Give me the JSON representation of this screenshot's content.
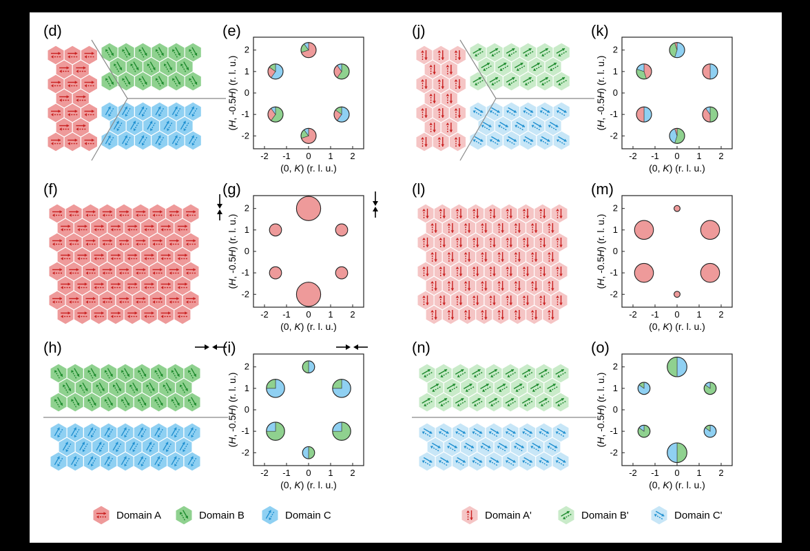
{
  "axes": {
    "xlabel_pre": "(0, ",
    "xlabel_it": "K",
    "xlabel_post": ") (r. l. u.)",
    "ylabel_pre": "(",
    "ylabel_it1": "H",
    "ylabel_mid": ", -0.5",
    "ylabel_it2": "H",
    "ylabel_post": ") (r. l. u.)",
    "xticks": [
      "-2",
      "-1",
      "0",
      "1",
      "2"
    ],
    "yticks": [
      "2",
      "1",
      "0",
      "-1",
      "-2"
    ],
    "xlim": [
      -2.5,
      2.5
    ],
    "ylim": [
      -2.6,
      2.6
    ]
  },
  "colors": {
    "A": {
      "fill": "#ee9a9a",
      "stroke": "#e9a5a5",
      "arrow": "#c91f1f",
      "light": "#f5c5c5"
    },
    "B": {
      "fill": "#8fd18f",
      "stroke": "#9fd39f",
      "arrow": "#1d8a2d",
      "light": "#c9ebc9"
    },
    "C": {
      "fill": "#8fd0f2",
      "stroke": "#a3d5ef",
      "arrow": "#1e8fd0",
      "light": "#c7e6f7"
    }
  },
  "lattice_panels": [
    {
      "label": "(d)",
      "layout": "three-domain",
      "set": "unprimed"
    },
    {
      "label": "(f)",
      "layout": "single",
      "domain": "A",
      "set": "unprimed",
      "field": "vertical"
    },
    {
      "label": "(h)",
      "layout": "two-domain",
      "set": "unprimed",
      "field": "horizontal"
    },
    {
      "label": "(j)",
      "layout": "three-domain",
      "set": "primed"
    },
    {
      "label": "(l)",
      "layout": "single",
      "domain": "A",
      "set": "primed"
    },
    {
      "label": "(n)",
      "layout": "two-domain",
      "set": "primed"
    }
  ],
  "chart_data": [
    {
      "label": "(e)",
      "type": "scatter",
      "xlabel": "(0, K) (r. l. u.)",
      "ylabel": "(H, -0.5H) (r. l. u.)",
      "points": [
        {
          "x": 0,
          "y": 2,
          "size": 1,
          "fractions": {
            "A": 0.7,
            "B": 0.2,
            "C": 0.1
          }
        },
        {
          "x": -1.5,
          "y": 1,
          "size": 1,
          "fractions": {
            "C": 0.6,
            "A": 0.25,
            "B": 0.15
          }
        },
        {
          "x": 1.5,
          "y": 1,
          "size": 1,
          "fractions": {
            "B": 0.6,
            "A": 0.3,
            "C": 0.1
          }
        },
        {
          "x": -1.5,
          "y": -1,
          "size": 1,
          "fractions": {
            "B": 0.6,
            "A": 0.3,
            "C": 0.1
          }
        },
        {
          "x": 1.5,
          "y": -1,
          "size": 1,
          "fractions": {
            "C": 0.6,
            "A": 0.25,
            "B": 0.15
          }
        },
        {
          "x": 0,
          "y": -2,
          "size": 1,
          "fractions": {
            "A": 0.7,
            "B": 0.2,
            "C": 0.1
          }
        }
      ]
    },
    {
      "label": "(g)",
      "type": "scatter",
      "field": "vertical",
      "xlabel": "(0, K) (r. l. u.)",
      "ylabel": "(H, -0.5H) (r. l. u.)",
      "points": [
        {
          "x": 0,
          "y": 2,
          "size": 1.6,
          "fractions": {
            "A": 1
          }
        },
        {
          "x": -1.5,
          "y": 1,
          "size": 0.8,
          "fractions": {
            "A": 1
          }
        },
        {
          "x": 1.5,
          "y": 1,
          "size": 0.8,
          "fractions": {
            "A": 1
          }
        },
        {
          "x": -1.5,
          "y": -1,
          "size": 0.8,
          "fractions": {
            "A": 1
          }
        },
        {
          "x": 1.5,
          "y": -1,
          "size": 0.8,
          "fractions": {
            "A": 1
          }
        },
        {
          "x": 0,
          "y": -2,
          "size": 1.6,
          "fractions": {
            "A": 1
          }
        }
      ]
    },
    {
      "label": "(i)",
      "type": "scatter",
      "field": "horizontal",
      "xlabel": "(0, K) (r. l. u.)",
      "ylabel": "(H, -0.5H) (r. l. u.)",
      "points": [
        {
          "x": 0,
          "y": 2,
          "size": 0.8,
          "fractions": {
            "C": 0.5,
            "B": 0.5
          }
        },
        {
          "x": -1.5,
          "y": 1,
          "size": 1.2,
          "fractions": {
            "C": 0.75,
            "B": 0.25
          }
        },
        {
          "x": 1.5,
          "y": 1,
          "size": 1.2,
          "fractions": {
            "C": 0.75,
            "B": 0.25
          }
        },
        {
          "x": -1.5,
          "y": -1,
          "size": 1.2,
          "fractions": {
            "B": 0.75,
            "C": 0.25
          }
        },
        {
          "x": 1.5,
          "y": -1,
          "size": 1.2,
          "fractions": {
            "B": 0.75,
            "C": 0.25
          }
        },
        {
          "x": 0,
          "y": -2,
          "size": 0.8,
          "fractions": {
            "B": 0.5,
            "C": 0.5
          }
        }
      ]
    },
    {
      "label": "(k)",
      "type": "scatter",
      "xlabel": "(0, K) (r. l. u.)",
      "ylabel": "(H, -0.5H) (r. l. u.)",
      "points": [
        {
          "x": 0,
          "y": 2,
          "size": 1,
          "fractions": {
            "C": 0.55,
            "B": 0.4,
            "A": 0.05
          }
        },
        {
          "x": -1.5,
          "y": 1,
          "size": 1,
          "fractions": {
            "A": 0.45,
            "B": 0.35,
            "C": 0.2
          }
        },
        {
          "x": 1.5,
          "y": 1,
          "size": 1,
          "fractions": {
            "C": 0.5,
            "A": 0.5
          }
        },
        {
          "x": -1.5,
          "y": -1,
          "size": 1,
          "fractions": {
            "C": 0.5,
            "A": 0.5
          }
        },
        {
          "x": 1.5,
          "y": -1,
          "size": 1,
          "fractions": {
            "B": 0.5,
            "A": 0.4,
            "C": 0.1
          }
        },
        {
          "x": 0,
          "y": -2,
          "size": 1,
          "fractions": {
            "B": 0.55,
            "C": 0.4,
            "A": 0.05
          }
        }
      ]
    },
    {
      "label": "(m)",
      "type": "scatter",
      "xlabel": "(0, K) (r. l. u.)",
      "ylabel": "(H, -0.5H) (r. l. u.)",
      "points": [
        {
          "x": 0,
          "y": 2,
          "size": 0.4,
          "fractions": {
            "A": 1
          }
        },
        {
          "x": -1.5,
          "y": 1,
          "size": 1.25,
          "fractions": {
            "A": 1
          }
        },
        {
          "x": 1.5,
          "y": 1,
          "size": 1.25,
          "fractions": {
            "A": 1
          }
        },
        {
          "x": -1.5,
          "y": -1,
          "size": 1.25,
          "fractions": {
            "A": 1
          }
        },
        {
          "x": 1.5,
          "y": -1,
          "size": 1.25,
          "fractions": {
            "A": 1
          }
        },
        {
          "x": 0,
          "y": -2,
          "size": 0.4,
          "fractions": {
            "A": 1
          }
        }
      ]
    },
    {
      "label": "(o)",
      "type": "scatter",
      "xlabel": "(0, K) (r. l. u.)",
      "ylabel": "(H, -0.5H) (r. l. u.)",
      "points": [
        {
          "x": 0,
          "y": 2,
          "size": 1.3,
          "fractions": {
            "C": 0.5,
            "B": 0.5
          }
        },
        {
          "x": -1.5,
          "y": 1,
          "size": 0.8,
          "fractions": {
            "C": 0.85,
            "B": 0.15
          }
        },
        {
          "x": 1.5,
          "y": 1,
          "size": 0.8,
          "fractions": {
            "B": 0.85,
            "C": 0.15
          }
        },
        {
          "x": -1.5,
          "y": -1,
          "size": 0.8,
          "fractions": {
            "B": 0.85,
            "C": 0.15
          }
        },
        {
          "x": 1.5,
          "y": -1,
          "size": 0.8,
          "fractions": {
            "C": 0.85,
            "B": 0.15
          }
        },
        {
          "x": 0,
          "y": -2,
          "size": 1.3,
          "fractions": {
            "B": 0.5,
            "C": 0.5
          }
        }
      ]
    }
  ],
  "legend": [
    {
      "domain": "A",
      "set": "unprimed",
      "label": "Domain A"
    },
    {
      "domain": "B",
      "set": "unprimed",
      "label": "Domain B"
    },
    {
      "domain": "C",
      "set": "unprimed",
      "label": "Domain C"
    },
    {
      "domain": "A",
      "set": "primed",
      "label": "Domain A'"
    },
    {
      "domain": "B",
      "set": "primed",
      "label": "Domain B'"
    },
    {
      "domain": "C",
      "set": "primed",
      "label": "Domain C'"
    }
  ]
}
